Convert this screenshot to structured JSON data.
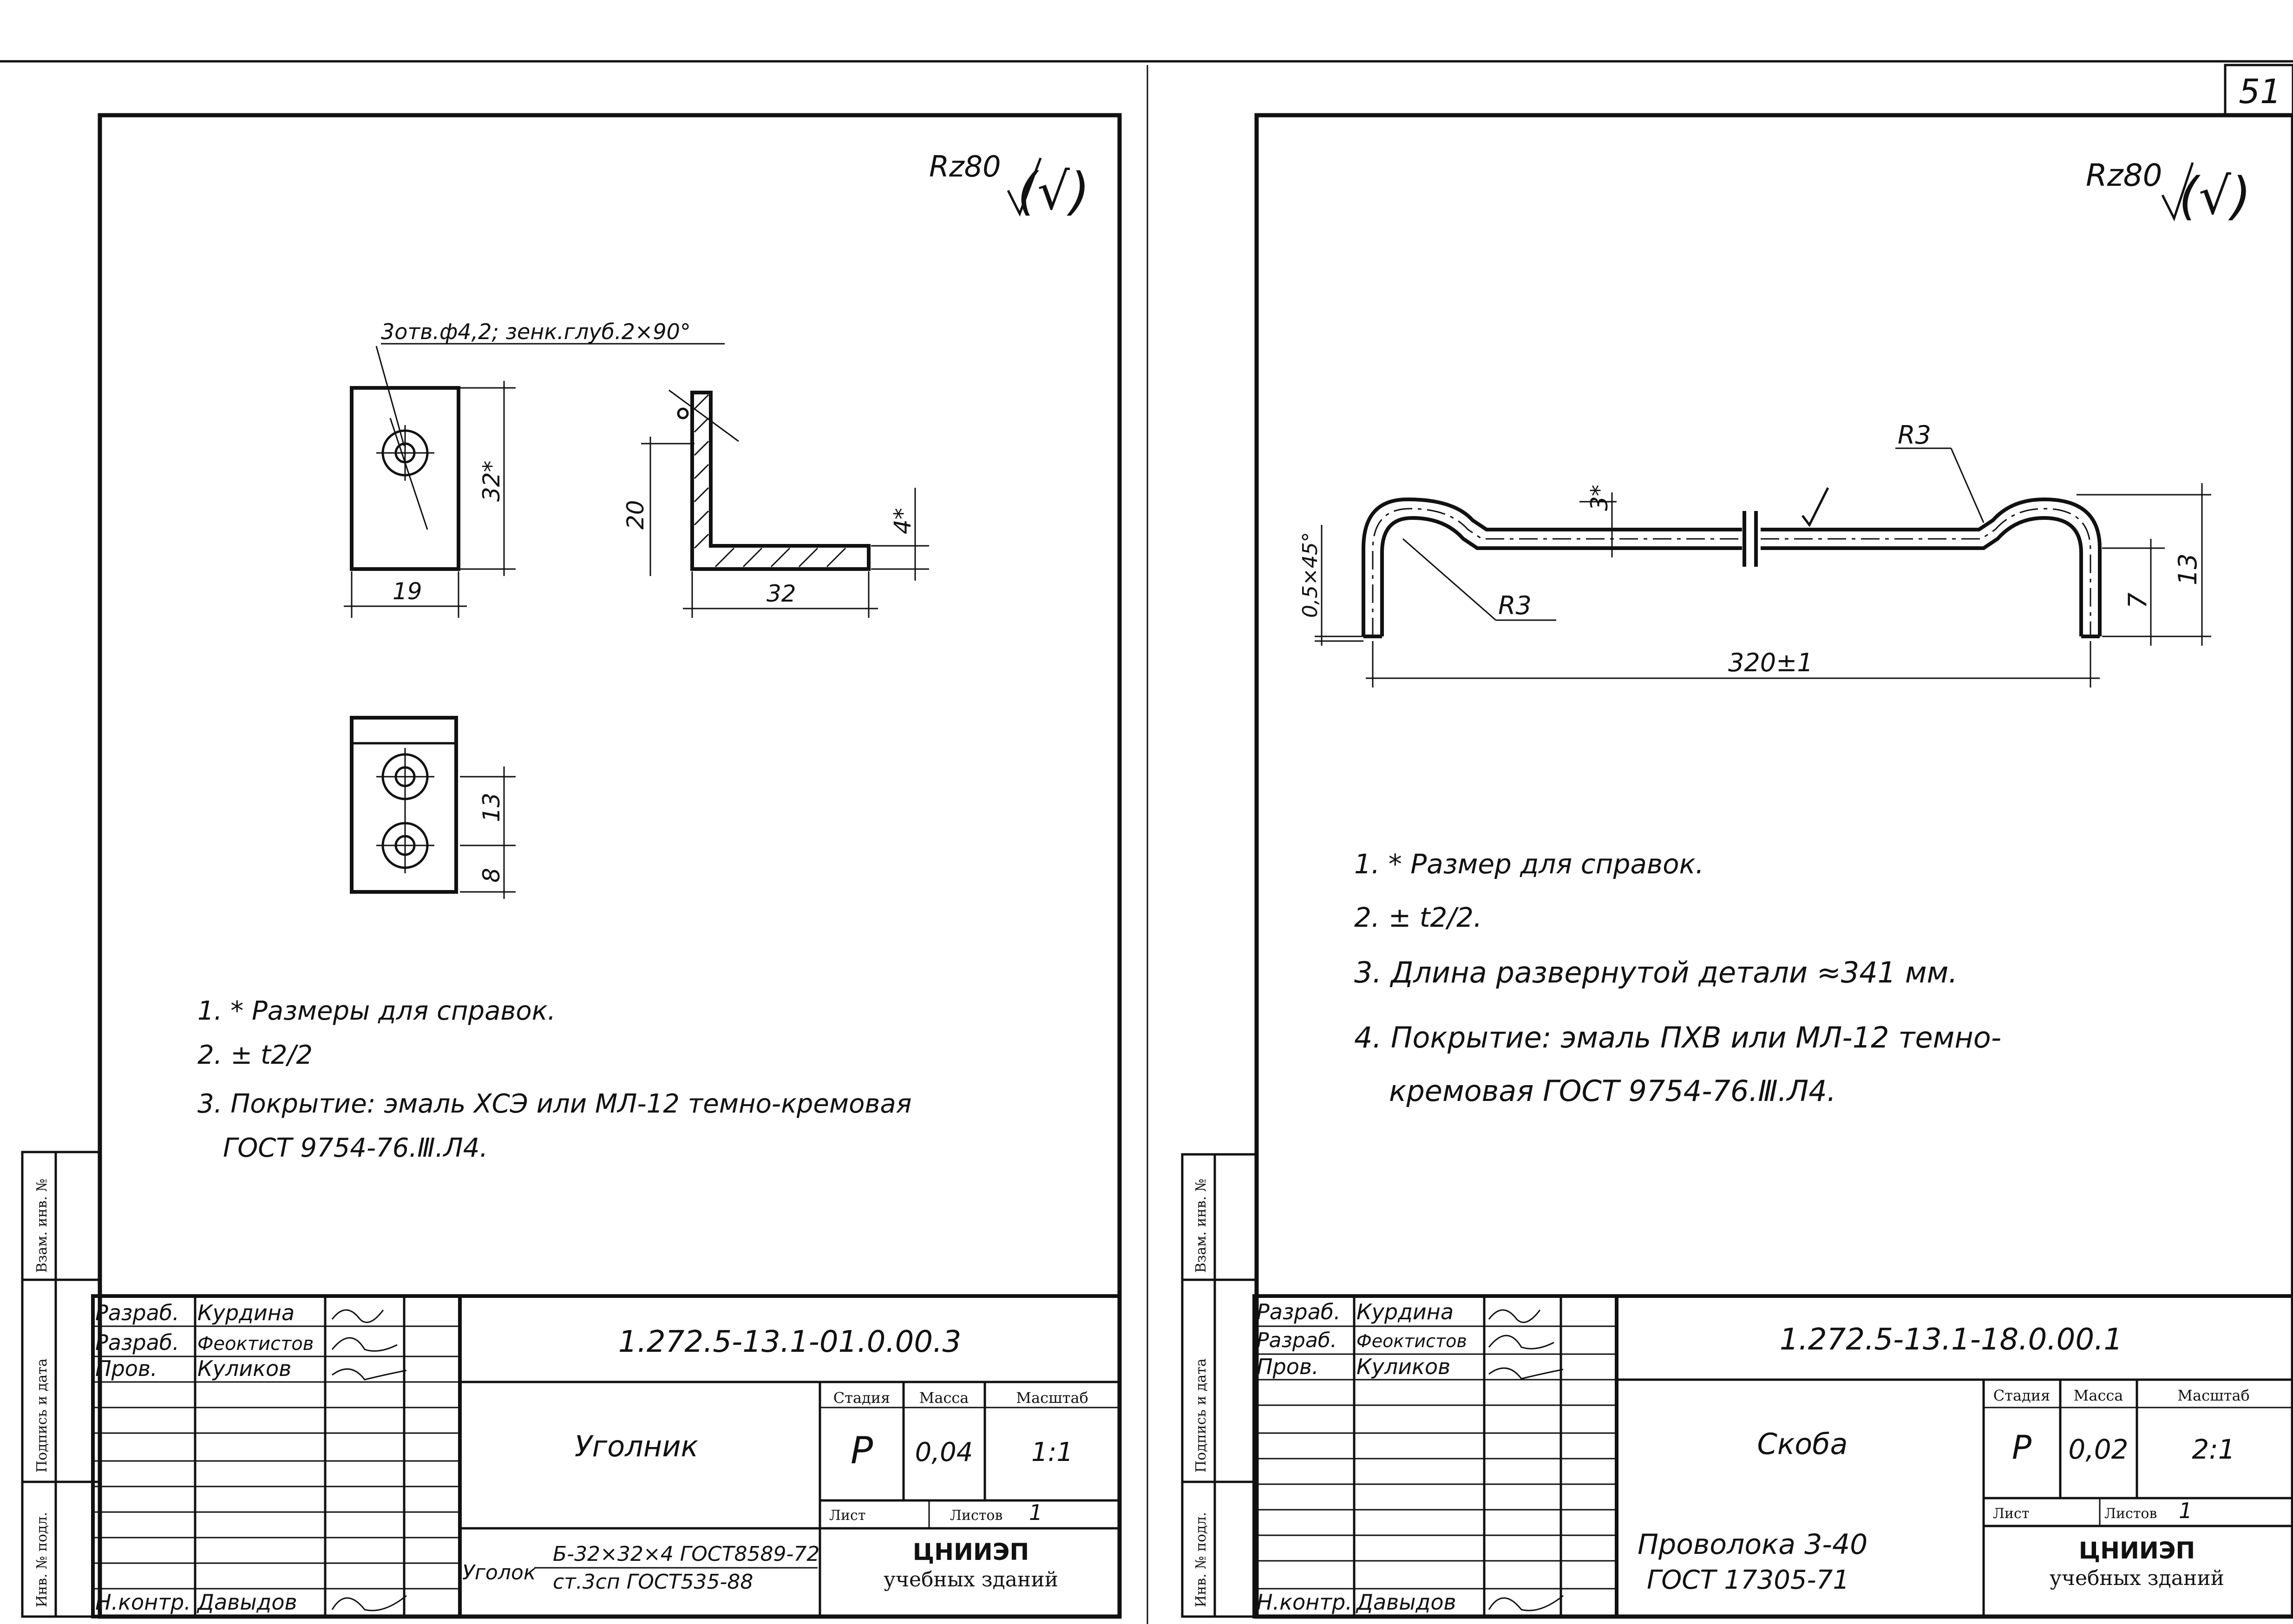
{
  "page_number": "51",
  "left": {
    "roughness": "Rz80",
    "roughness_mark": "(√)",
    "hole_note": "3отв.ф4,2; зенк.глуб.2×90°",
    "dims": {
      "height": "32*",
      "width": "19",
      "leg": "20",
      "thick": "4*",
      "length": "32",
      "pitch": "13",
      "edge": "8"
    },
    "notes": [
      "1. * Размеры для справок.",
      "2. ± t2/2",
      "3. Покрытие: эмаль ХСЭ или МЛ-12 темно-кремовая",
      "ГОСТ 9754-76.Ⅲ.Л4."
    ],
    "title_block": {
      "side_labels": [
        "Взам. инв. №",
        "Подпись и дата",
        "Инв. № подл."
      ],
      "roles": [
        {
          "role": "Разраб.",
          "name": "Курдина"
        },
        {
          "role": "Разраб.",
          "name": "Феоктистов"
        },
        {
          "role": "Пров.",
          "name": "Куликов"
        }
      ],
      "nkontr": {
        "role": "Н.контр.",
        "name": "Давыдов"
      },
      "designation": "1.272.5-13.1-01.0.00.3",
      "name": "Уголник",
      "stage_label": "Стадия",
      "mass_label": "Масса",
      "scale_label": "Масштаб",
      "stage": "Р",
      "mass": "0,04",
      "scale": "1:1",
      "sheet_label": "Лист",
      "sheets_label": "Листов",
      "sheets": "1",
      "material_prefix": "Уголок",
      "material_top": "Б-32×32×4 ГОСТ8589-72",
      "material_bottom": "ст.3сп ГОСТ535-88",
      "org": "ЦНИИЭП",
      "org_sub": "учебных зданий"
    }
  },
  "right": {
    "roughness": "Rz80",
    "roughness_mark": "(√)",
    "dims": {
      "radius_top": "R3",
      "radius_bottom": "R3",
      "offset": "3*",
      "chamfer": "0,5×45°",
      "length": "320±1",
      "inner": "7",
      "total": "13"
    },
    "notes": [
      "1. * Размер для справок.",
      "2. ± t2/2.",
      "3. Длина развернутой детали ≈341 мм.",
      "4. Покрытие: эмаль ПХВ или МЛ-12 темно-",
      "кремовая ГОСТ 9754-76.Ⅲ.Л4."
    ],
    "title_block": {
      "side_labels": [
        "Взам. инв. №",
        "Подпись и дата",
        "Инв. № подл."
      ],
      "roles": [
        {
          "role": "Разраб.",
          "name": "Курдина"
        },
        {
          "role": "Разраб.",
          "name": "Феоктистов"
        },
        {
          "role": "Пров.",
          "name": "Куликов"
        }
      ],
      "nkontr": {
        "role": "Н.контр.",
        "name": "Давыдов"
      },
      "designation": "1.272.5-13.1-18.0.00.1",
      "name": "Скоба",
      "stage_label": "Стадия",
      "mass_label": "Масса",
      "scale_label": "Масштаб",
      "stage": "Р",
      "mass": "0,02",
      "scale": "2:1",
      "sheet_label": "Лист",
      "sheets_label": "Листов",
      "sheets": "1",
      "material_top": "Проволока 3-40",
      "material_bottom": "ГОСТ 17305-71",
      "org": "ЦНИИЭП",
      "org_sub": "учебных зданий"
    }
  }
}
